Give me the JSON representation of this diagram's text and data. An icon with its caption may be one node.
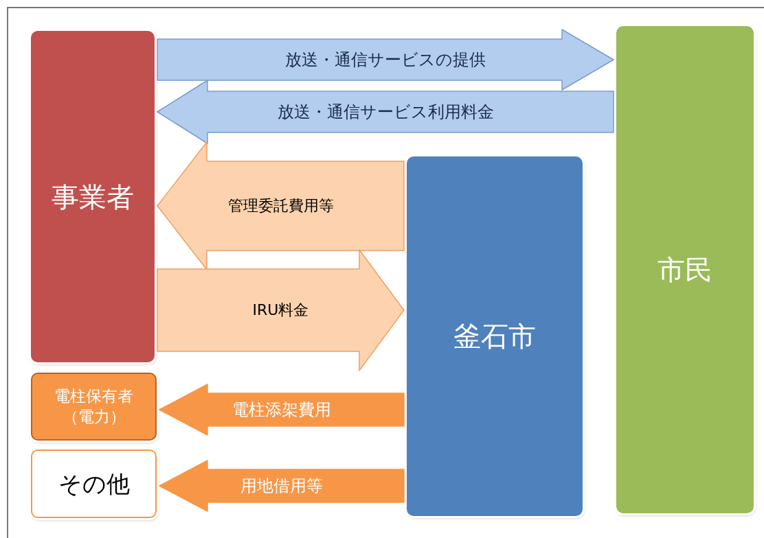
{
  "diagram": {
    "nodes": [
      {
        "text": [
          "事業者"
        ]
      },
      {
        "text": [
          "電柱保有者（電力）"
        ]
      },
      {
        "text": [
          "その他"
        ]
      },
      {
        "text": [
          "釜石市"
        ]
      },
      {
        "text": [
          "市民"
        ]
      }
    ],
    "edges": [
      {
        "from": 0,
        "to": 4,
        "arrow": "to",
        "label": "放送・通信サービスの提供",
        "color": "#b3cdef"
      },
      {
        "from": 4,
        "to": 0,
        "arrow": "to",
        "label": "放送・通信サービス利用料金",
        "color": "#b3cdef"
      },
      {
        "from": 3,
        "to": 0,
        "arrow": "to",
        "label": "管理委託費用等",
        "color": "#fcd3ae"
      },
      {
        "from": 0,
        "to": 3,
        "arrow": "to",
        "label": "IRU料金",
        "color": "#fcd3ae"
      },
      {
        "from": 3,
        "to": 1,
        "arrow": "to",
        "label": "電柱添架費用",
        "color": "#f79646"
      },
      {
        "from": 3,
        "to": 2,
        "arrow": "to",
        "label": "用地借用等",
        "color": "#f79646"
      }
    ]
  }
}
